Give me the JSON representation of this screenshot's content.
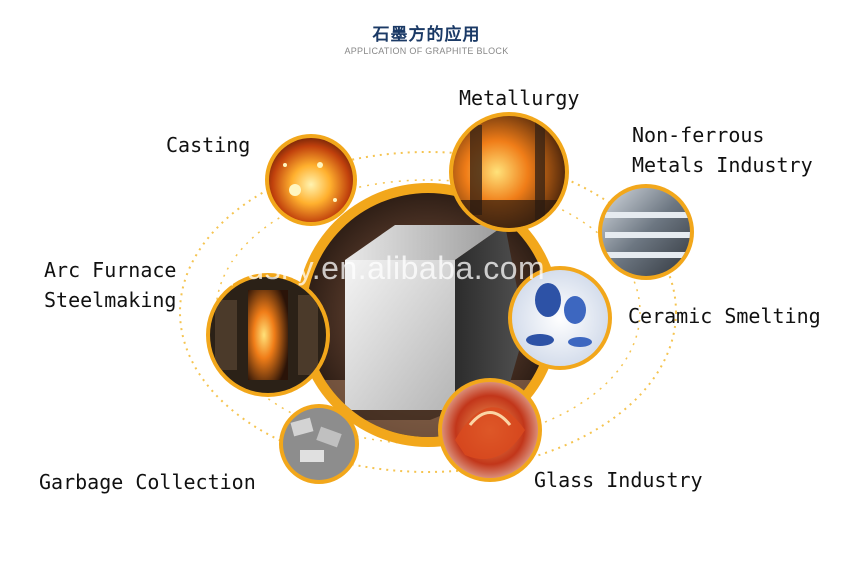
{
  "header": {
    "title_cn": "石墨方的应用",
    "title_en": "APPLICATION OF GRAPHITE BLOCK"
  },
  "center": {
    "watermark": "pdsky.en.alibaba.com"
  },
  "applications": [
    {
      "id": "metallurgy",
      "label": "Metallurgy"
    },
    {
      "id": "casting",
      "label": "Casting"
    },
    {
      "id": "non-ferrous",
      "label_line1": "Non-ferrous",
      "label_line2": "Metals Industry"
    },
    {
      "id": "arc-furnace",
      "label_line1": "Arc Furnace",
      "label_line2": "Steelmaking"
    },
    {
      "id": "ceramic",
      "label": "Ceramic Smelting"
    },
    {
      "id": "garbage",
      "label": "Garbage Collection"
    },
    {
      "id": "glass",
      "label": "Glass Industry"
    }
  ],
  "colors": {
    "accent_orange": "#f2a71b",
    "title_blue": "#1b3a66",
    "dotted_ring": "#f5c451"
  }
}
